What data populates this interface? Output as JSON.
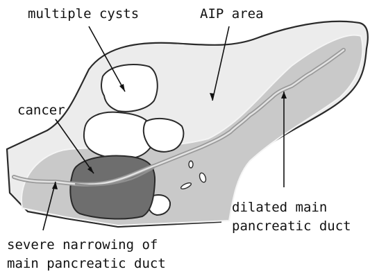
{
  "labels": {
    "multiple_cysts": "multiple cysts",
    "aip_area": "AIP area",
    "cancer": "cancer",
    "dilated_duct_1": "dilated main",
    "dilated_duct_2": "pancreatic duct",
    "narrowing_1": "severe narrowing of",
    "narrowing_2": "main pancreatic duct"
  },
  "colors": {
    "background": "#ffffff",
    "outline": "#2a2a2a",
    "aip_fill": "#c9c9c9",
    "normal_fill": "#ececec",
    "cyst_fill": "#ffffff",
    "cancer_fill": "#6e6e6e",
    "duct": "#9a9a9a"
  }
}
